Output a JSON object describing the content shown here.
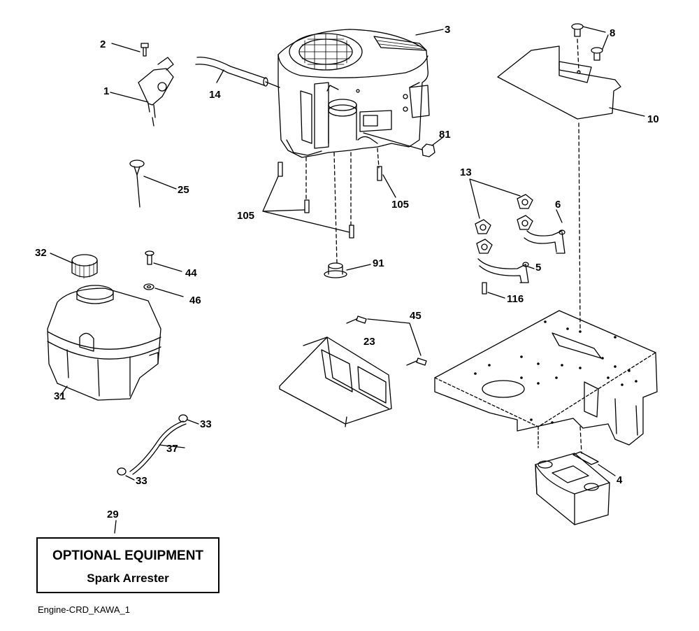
{
  "callouts": {
    "c1": "1",
    "c2": "2",
    "c3": "3",
    "c4": "4",
    "c5": "5",
    "c6": "6",
    "c8": "8",
    "c10": "10",
    "c13": "13",
    "c14": "14",
    "c23": "23",
    "c25": "25",
    "c29": "29",
    "c31": "31",
    "c32": "32",
    "c33a": "33",
    "c33b": "33",
    "c37": "37",
    "c44": "44",
    "c45": "45",
    "c46": "46",
    "c81": "81",
    "c91": "91",
    "c105a": "105",
    "c105b": "105",
    "c116": "116"
  },
  "optional_box": {
    "title": "OPTIONAL EQUIPMENT",
    "subtitle": "Spark Arrester"
  },
  "caption": "Engine-CRD_KAWA_1"
}
